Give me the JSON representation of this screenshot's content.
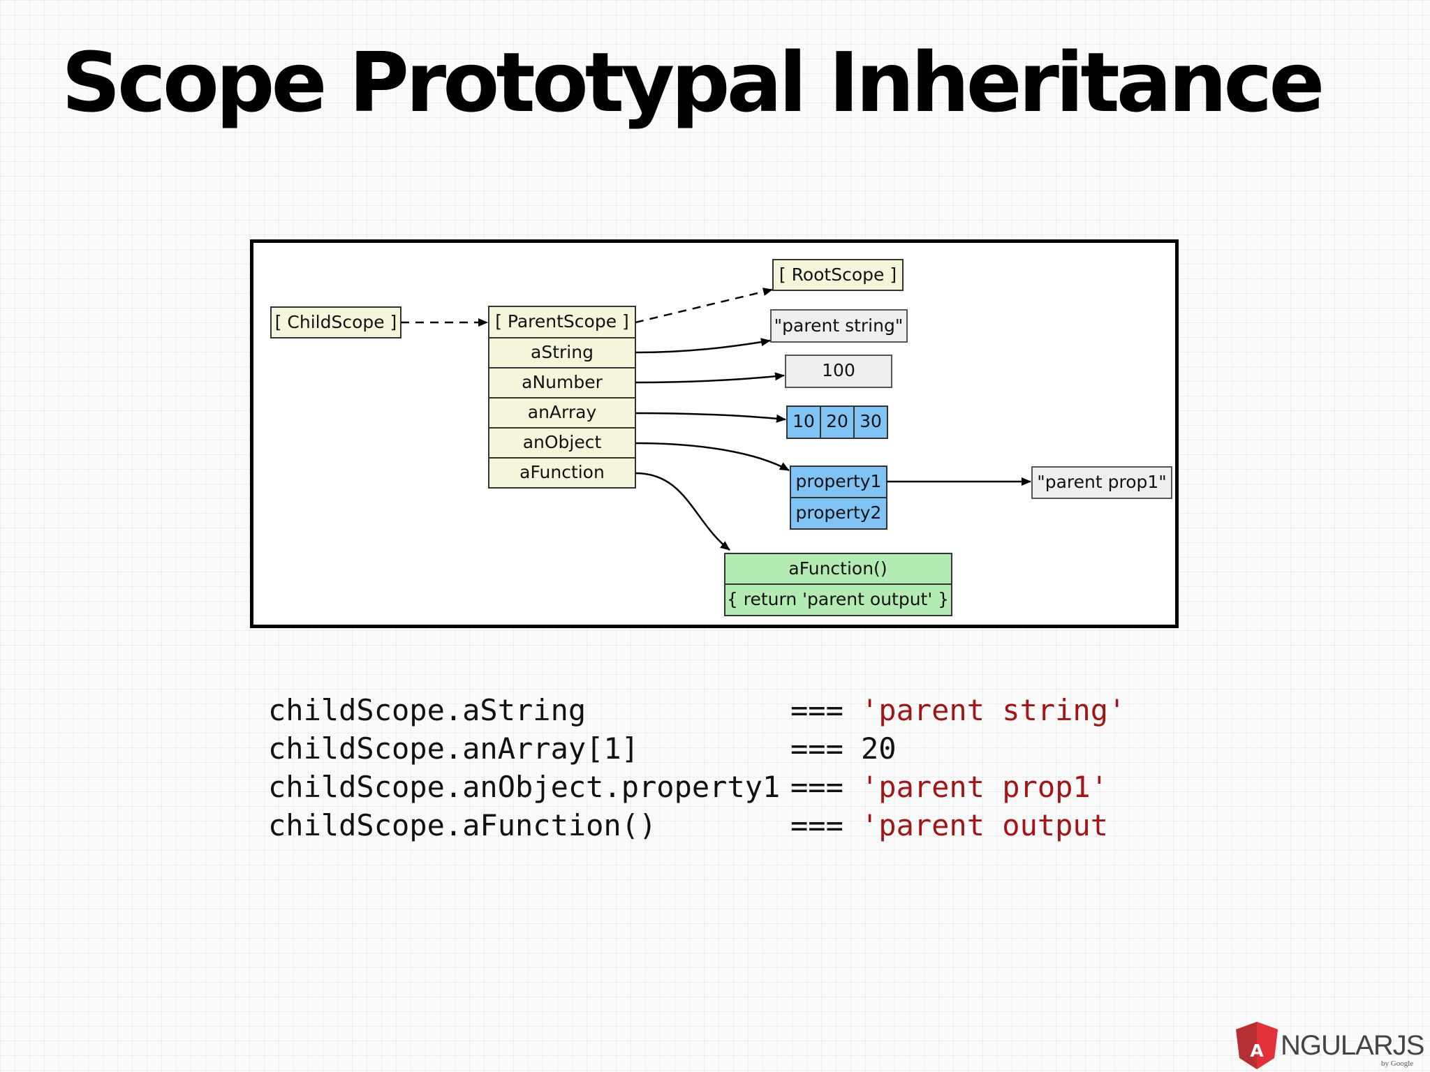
{
  "slide": {
    "title": "Scope Prototypal Inheritance"
  },
  "diagram": {
    "root_scope": "[ RootScope ]",
    "child_scope": "[ ChildScope ]",
    "parent_scope": {
      "header": "[ ParentScope ]",
      "properties": [
        "aString",
        "aNumber",
        "anArray",
        "anObject",
        "aFunction"
      ]
    },
    "parent_string": "\"parent string\"",
    "number_value": "100",
    "array_values": [
      "10",
      "20",
      "30"
    ],
    "object_properties": [
      "property1",
      "property2"
    ],
    "parent_prop1": "\"parent prop1\"",
    "function": {
      "name": "aFunction()",
      "body": "{ return 'parent output' }"
    },
    "colors": {
      "scope_fill": "#f5f5dc",
      "value_fill": "#eeeeee",
      "array_fill": "#80c4f5",
      "function_fill": "#b2ecb2"
    }
  },
  "code": {
    "lines": [
      {
        "expr": "childScope.aString",
        "op": "===",
        "value": "'parent string'"
      },
      {
        "expr": "childScope.anArray[1]",
        "op": "===",
        "value": "20"
      },
      {
        "expr": "childScope.anObject.property1",
        "op": "===",
        "value": "'parent prop1'"
      },
      {
        "expr": "childScope.aFunction()",
        "op": "===",
        "value": "'parent output"
      }
    ]
  },
  "logo": {
    "first_letter": "A",
    "text": "NGULARJS",
    "byline": "by Google"
  }
}
